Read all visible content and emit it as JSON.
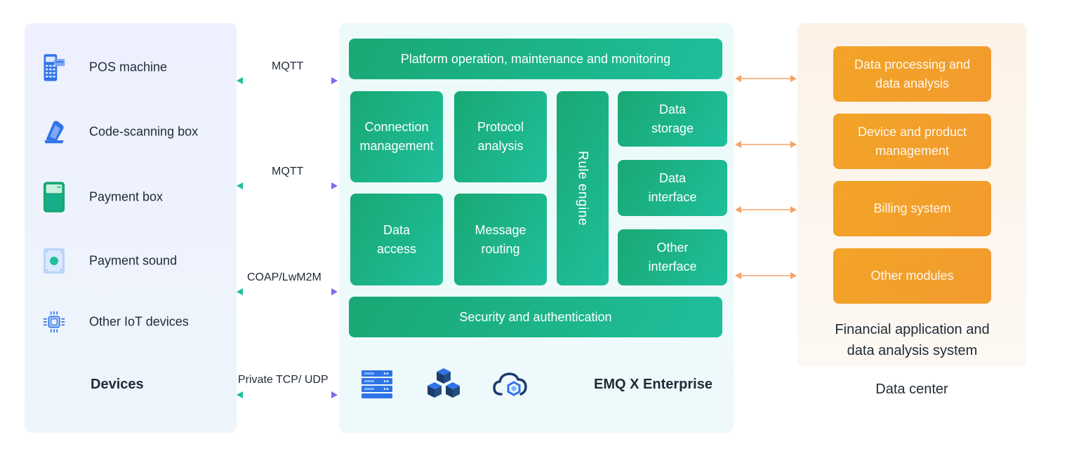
{
  "devices": {
    "title": "Devices",
    "items": [
      {
        "label": "POS machine",
        "icon": "pos-machine-icon"
      },
      {
        "label": "Code-scanning box",
        "icon": "code-scanning-box-icon"
      },
      {
        "label": "Payment box",
        "icon": "payment-box-icon"
      },
      {
        "label": "Payment sound",
        "icon": "payment-sound-icon"
      },
      {
        "label": "Other IoT devices",
        "icon": "iot-chip-icon"
      }
    ]
  },
  "protocols": [
    "MQTT",
    "MQTT",
    "COAP/LwM2M",
    "Private TCP/ UDP"
  ],
  "emq": {
    "title": "EMQ X Enterprise",
    "platform": "Platform operation, maintenance and monitoring",
    "connection": [
      "Connection",
      "management"
    ],
    "protocol": [
      "Protocol",
      "analysis"
    ],
    "rule_engine": "Rule engine",
    "data_storage": [
      "Data",
      "storage"
    ],
    "data_access": [
      "Data",
      "access"
    ],
    "message_routing": [
      "Message",
      "routing"
    ],
    "data_interface": [
      "Data",
      "interface"
    ],
    "other_interface": [
      "Other",
      "interface"
    ],
    "security": "Security and authentication",
    "bottom_icons": [
      "server-stack-icon",
      "cubes-icon",
      "cloud-hex-icon"
    ]
  },
  "data_center": {
    "modules": [
      [
        "Data processing and",
        "data analysis"
      ],
      [
        "Device and product",
        "management"
      ],
      [
        "Billing system"
      ],
      [
        "Other modules"
      ]
    ],
    "system_label": [
      "Financial application and",
      "data analysis system"
    ],
    "title": "Data center"
  },
  "colors": {
    "device_icon": "#2f73e8",
    "green_start": "#19a874",
    "green_end": "#1fbf9c",
    "orange": "#f2a427",
    "arrow_left_teal": "#1fbf9c",
    "arrow_right_purple": "#7b6cf0",
    "arrow_orange": "#f4a46a"
  }
}
